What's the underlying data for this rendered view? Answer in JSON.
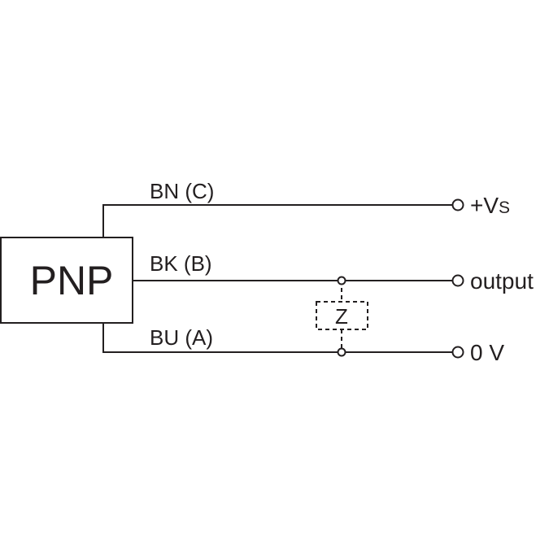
{
  "sensor": {
    "type_label": "PNP"
  },
  "wires": {
    "brown_label": "BN (C)",
    "black_label": "BK (B)",
    "blue_label": "BU (A)"
  },
  "terminals": {
    "supply_plus": "+V",
    "supply_sub": "S",
    "output": "output",
    "zero_volt": "0 V"
  },
  "load": {
    "label": "Z"
  },
  "colors": {
    "line": "#231f20",
    "background": "#ffffff"
  }
}
